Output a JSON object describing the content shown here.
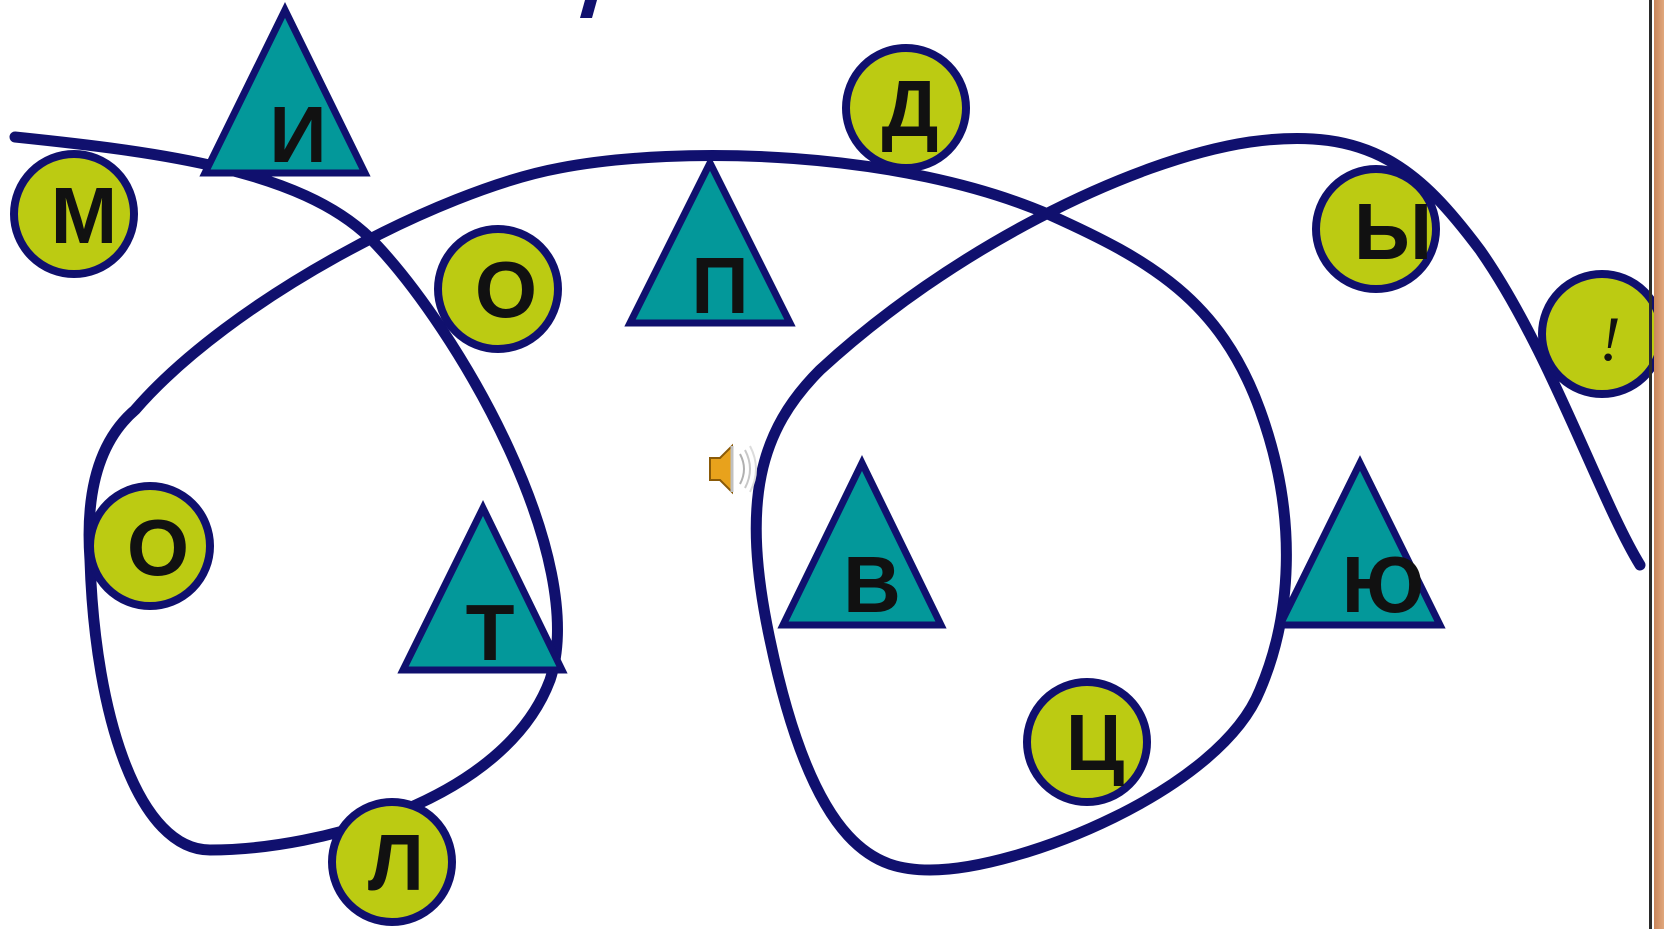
{
  "colors": {
    "line": "#10106e",
    "circle_fill": "#bccb12",
    "triangle_fill": "#03989a",
    "letter": "#111111"
  },
  "letters": {
    "m": "М",
    "i": "И",
    "o1": "О",
    "d": "Д",
    "p": "П",
    "y": "Ы",
    "excl": "!",
    "o2": "О",
    "t": "Т",
    "v": "В",
    "yu": "Ю",
    "ts": "Ц",
    "l": "Л"
  },
  "icons": {
    "sound": "speaker-icon"
  }
}
